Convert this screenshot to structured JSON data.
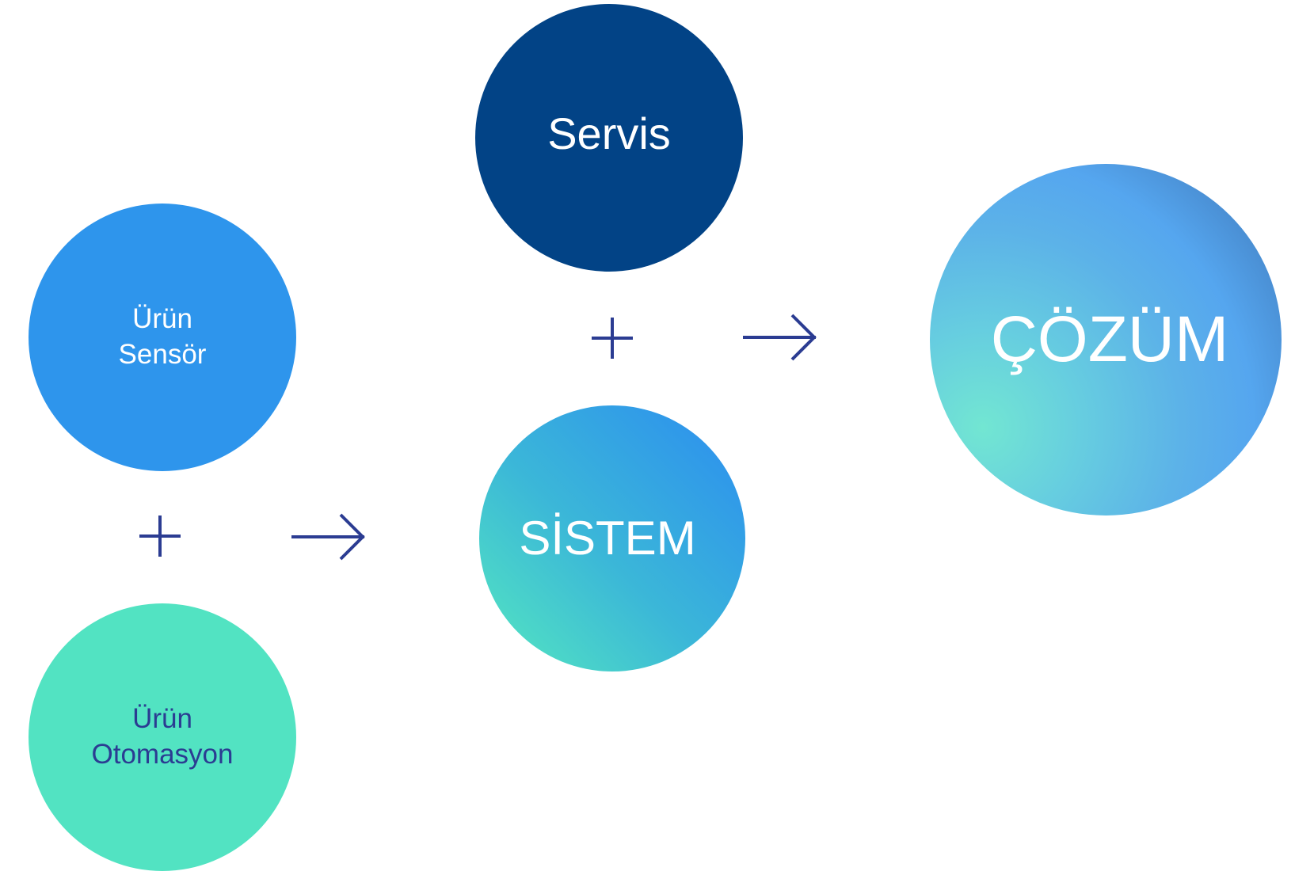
{
  "diagram": {
    "nodes": [
      {
        "id": "sensor",
        "lines": [
          "Ürün",
          "Sensör"
        ],
        "fill": "#2e95ec",
        "text_color": "#ffffff"
      },
      {
        "id": "otomasyon",
        "lines": [
          "Ürün",
          "Otomasyon"
        ],
        "fill": "#52e3c2",
        "text_color": "#2b3c92"
      },
      {
        "id": "servis",
        "lines": [
          "Servis"
        ],
        "fill": "#024386",
        "text_color": "#ffffff"
      },
      {
        "id": "sistem",
        "lines": [
          "SİSTEM"
        ],
        "fill_gradient": [
          "#2e94ec",
          "#52e3c2"
        ],
        "text_color": "#ffffff"
      },
      {
        "id": "cozum",
        "lines": [
          "ÇÖZÜM"
        ],
        "fill_gradient": [
          "#72e6d2",
          "#55a6ef",
          "#3c74b0"
        ],
        "text_color": "#ffffff"
      }
    ],
    "operators": [
      {
        "id": "plus-1",
        "symbol": "plus",
        "between": [
          "sensor",
          "otomasyon"
        ]
      },
      {
        "id": "arrow-1",
        "symbol": "arrow-right",
        "from": [
          "sensor",
          "otomasyon"
        ],
        "to": "sistem"
      },
      {
        "id": "plus-2",
        "symbol": "plus",
        "between": [
          "servis",
          "sistem"
        ]
      },
      {
        "id": "arrow-2",
        "symbol": "arrow-right",
        "from": [
          "servis",
          "sistem"
        ],
        "to": "cozum"
      }
    ],
    "operator_color": "#2b3c92"
  }
}
